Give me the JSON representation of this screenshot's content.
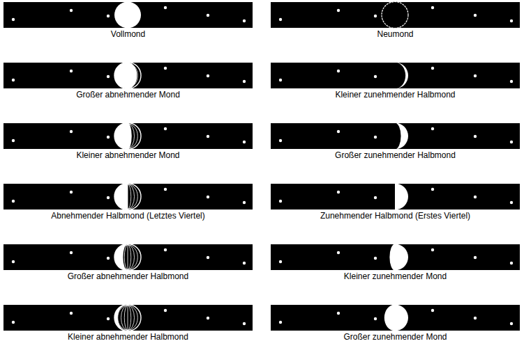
{
  "diagram": {
    "nodes": [
      {
        "text": [
          "Vollmond"
        ]
      },
      {
        "text": [
          "Neumond"
        ]
      },
      {
        "text": [
          "Großer abnehmender Mond"
        ]
      },
      {
        "text": [
          "Kleiner zunehmender Halbmond"
        ]
      },
      {
        "text": [
          "Kleiner abnehmender Mond"
        ]
      },
      {
        "text": [
          "Großer zunehmender Halbmond"
        ]
      },
      {
        "text": [
          "Abnehmender Halbmond (Letztes Viertel)"
        ]
      },
      {
        "text": [
          "Zunehmender Halbmond (Erstes Viertel)"
        ]
      },
      {
        "text": [
          "Großer abnehmender Halbmond"
        ]
      },
      {
        "text": [
          "Kleiner zunehmender Mond"
        ]
      },
      {
        "text": [
          "Kleiner abnehmender Halbmond"
        ]
      },
      {
        "text": [
          "Großer zunehmender Mond"
        ]
      }
    ]
  }
}
